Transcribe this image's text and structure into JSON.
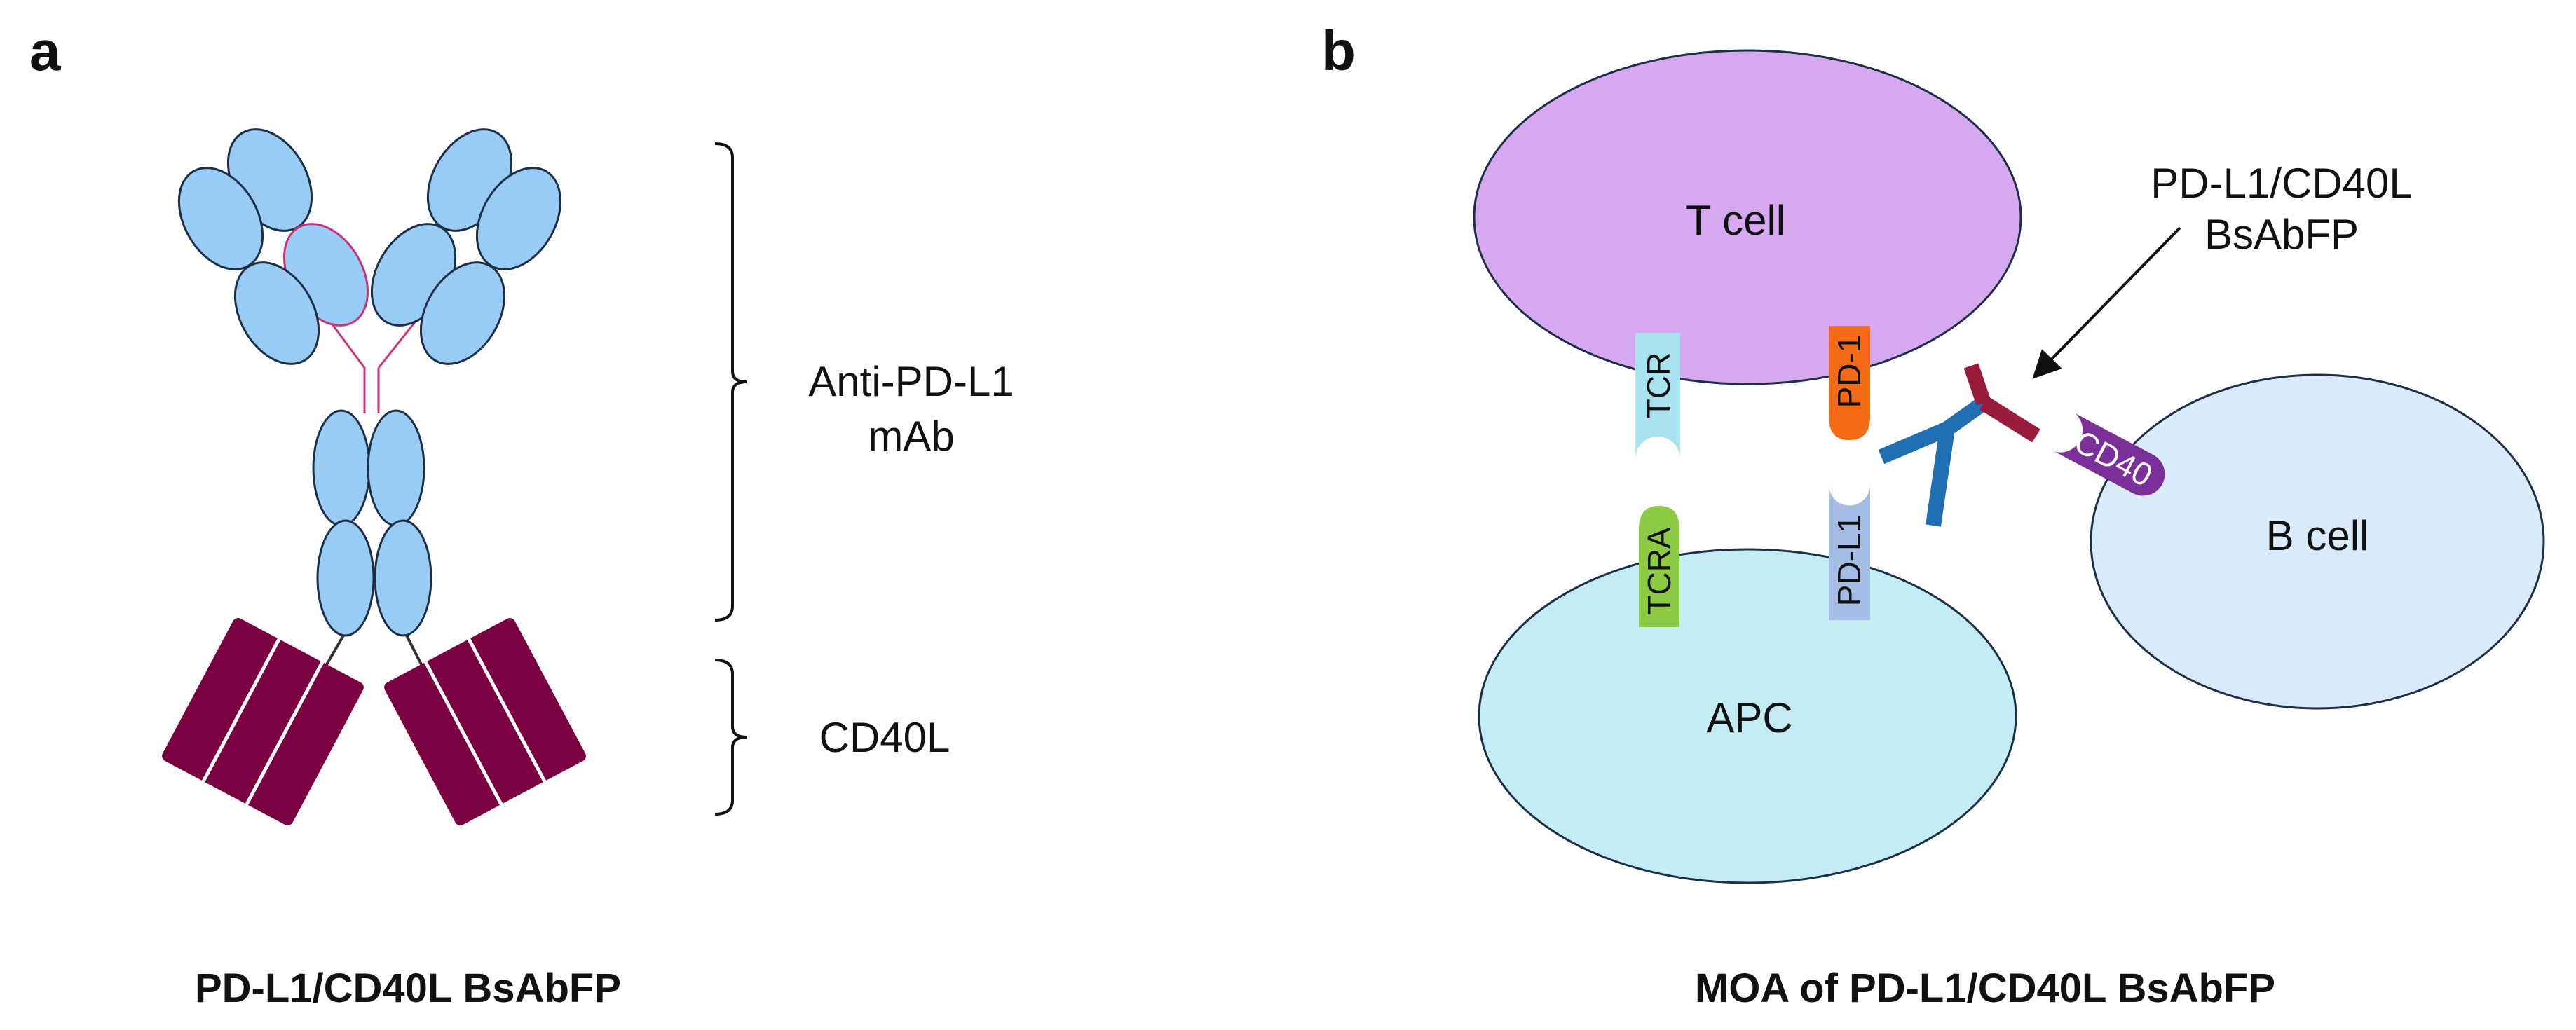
{
  "colors": {
    "domain_fill": "#99ccf5",
    "domain_stroke": "#1c2f47",
    "hinge": "#cc3377",
    "cd40l_fill": "#7a0041",
    "t_cell_fill": "#d5a8ef",
    "apc_fill": "#c4ecf4",
    "b_cell_fill": "#d9ebfb",
    "tcr_fill": "#a9e3ef",
    "tcra_fill": "#8ecb45",
    "pd1_fill": "#f56a14",
    "pdl1_fill": "#a5bde4",
    "cd40_fill": "#7b2f9a",
    "bsab_blue": "#1f6fb2",
    "bsab_red": "#9b1b3b"
  },
  "panel_a": {
    "label": "a",
    "bracket_top_label_line1": "Anti-PD-L1",
    "bracket_top_label_line2": "mAb",
    "bracket_bottom_label": "CD40L",
    "caption": "PD-L1/CD40L BsAbFP"
  },
  "panel_b": {
    "label": "b",
    "t_cell": "T cell",
    "apc": "APC",
    "b_cell": "B cell",
    "tcr": "TCR",
    "tcra": "TCRA",
    "pd1": "PD-1",
    "pdl1": "PD-L1",
    "cd40": "CD40",
    "arrow_label_line1": "PD-L1/CD40L",
    "arrow_label_line2": "BsAbFP",
    "caption": "MOA of PD-L1/CD40L BsAbFP"
  }
}
